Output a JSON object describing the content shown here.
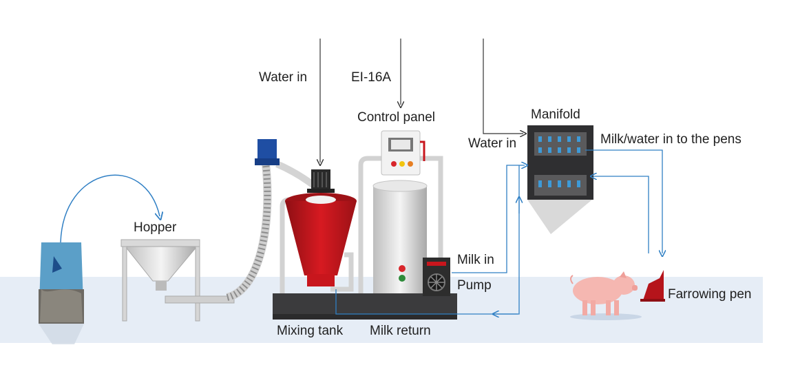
{
  "labels": {
    "water_in_top": "Water in",
    "ei16a": "EI-16A",
    "control_panel": "Control panel",
    "manifold": "Manifold",
    "water_in_manifold": "Water in",
    "milk_water_pens": "Milk/water in to the pens",
    "hopper": "Hopper",
    "milk_in": "Milk in",
    "pump": "Pump",
    "farrowing_pen": "Farrowing pen",
    "mixing_tank": "Mixing tank",
    "milk_return": "Milk return"
  },
  "colors": {
    "floor": "#e6edf6",
    "pipe_blue": "#2f7fc4",
    "tank_red": "#c8161d",
    "pen_red": "#b5141b",
    "pig_pink": "#f5b7b1",
    "dark_base": "#3b3b3d",
    "feed_bag": "#5b9fc8",
    "hopper_cap": "#1f4ea3"
  },
  "icons": {
    "feed_bag": "feed-bag-icon",
    "pig": "pig-icon",
    "pump": "pump-fan-icon",
    "manifold": "manifold-valve-grid"
  }
}
